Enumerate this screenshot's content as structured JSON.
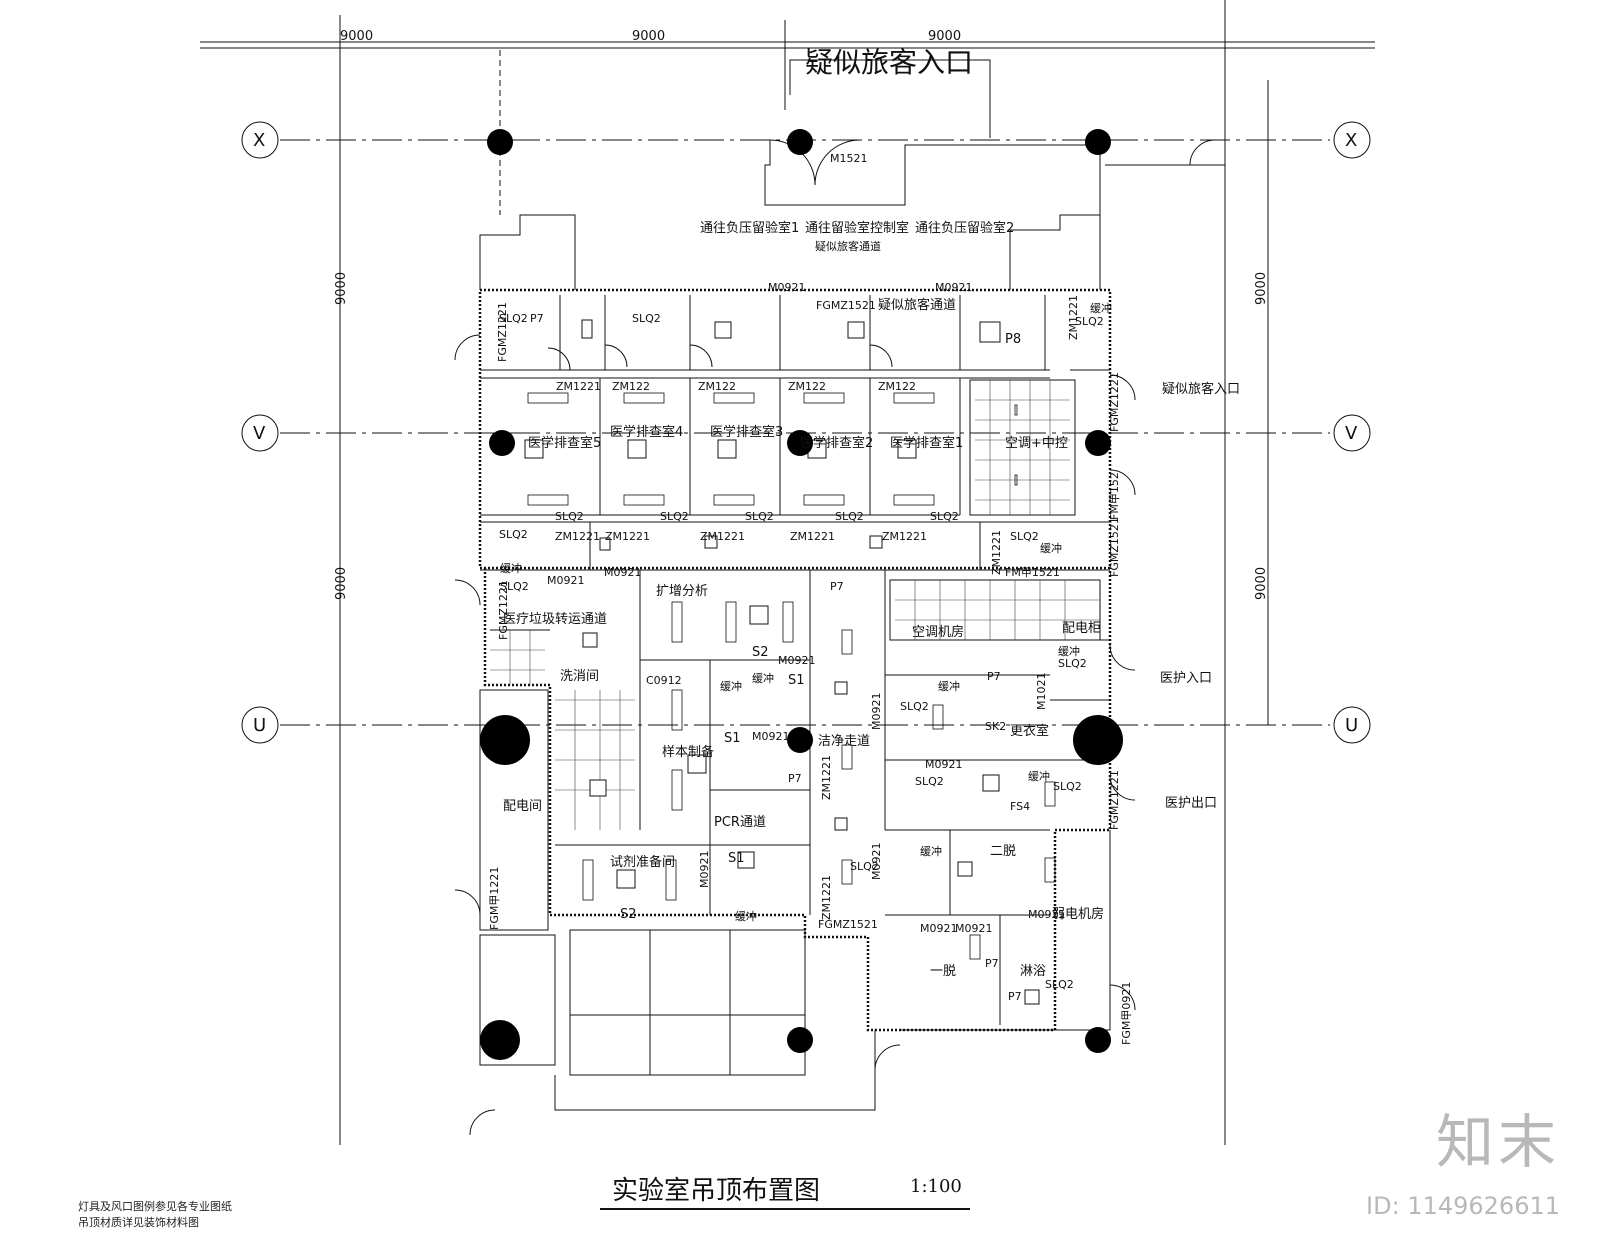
{
  "drawing": {
    "title": "实验室吊顶布置图",
    "scale": "1:100",
    "notes": [
      "灯具及风口图例参见各专业图纸",
      "吊顶材质详见装饰材料图"
    ],
    "grid_axes": [
      "X",
      "V",
      "U"
    ],
    "dimensions": [
      "9000",
      "9000",
      "9000",
      "9000",
      "9000",
      "9000",
      "9000"
    ],
    "top_entrance": "疑似旅客入口"
  },
  "rooms": {
    "to_neg1": "通往负压留验室1",
    "to_ctrl": "通往留验室控制室",
    "to_neg2": "通往负压留验室2",
    "passage_small": "疑似旅客通道",
    "passage": "疑似旅客通道",
    "exam5": "医学排查室5",
    "exam4": "医学排查室4",
    "exam3": "医学排查室3",
    "exam2": "医学排查室2",
    "exam1": "医学排查室1",
    "ac_ctrl": "空调+中控",
    "suspect_entry": "疑似旅客入口",
    "medical_waste": "医疗垃圾转运通道",
    "wash": "洗消间",
    "amplify": "扩增分析",
    "sample": "样本制备",
    "pcr": "PCR通道",
    "reagent": "试剂准备间",
    "clean_corridor": "洁净走道",
    "ac_room": "空调机房",
    "dist_cabinet": "配电柜",
    "changing": "更衣室",
    "second_undress": "二脱",
    "first_undress": "一脱",
    "shower": "淋浴",
    "weak_elec": "弱电机房",
    "elec_room": "配电间",
    "staff_entry": "医护入口",
    "staff_exit": "医护出口",
    "buffer": "缓冲"
  },
  "door_tags": [
    "M1521",
    "M0921",
    "FGMZ1521",
    "ZM1221",
    "ZM122",
    "FGMZ1221",
    "FM甲1521",
    "FGM甲1221",
    "FGM甲0921",
    "M1021",
    "C0912",
    "FM甲152"
  ],
  "device_tags": [
    "SLQ2",
    "P7",
    "P8",
    "S1",
    "S2",
    "FS4",
    "SK2"
  ],
  "watermark": {
    "brand": "知末",
    "id": "ID: 1149626611"
  }
}
